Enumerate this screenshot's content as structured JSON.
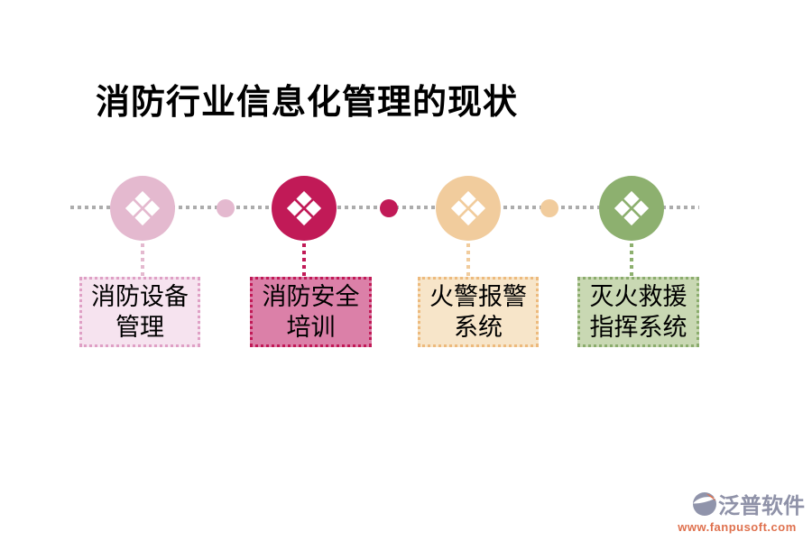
{
  "title": "消防行业信息化管理的现状",
  "timeline": {
    "line_color": "#acacac",
    "nodes": [
      {
        "icon": "diamond-grid-icon",
        "circle_color": "#e4b9cf",
        "box_bg": "#f6e3ef",
        "box_border": "#dfa0c5",
        "label_line1": "消防设备",
        "label_line2": "管理"
      },
      {
        "icon": "diamond-grid-icon",
        "circle_color": "#c11a57",
        "box_bg": "#db80a8",
        "box_border": "#c11a57",
        "label_line1": "消防安全",
        "label_line2": "培训"
      },
      {
        "icon": "diamond-grid-icon",
        "circle_color": "#f1cc9d",
        "box_bg": "#f7e5c9",
        "box_border": "#edba7d",
        "label_line1": "火警报警",
        "label_line2": "系统"
      },
      {
        "icon": "diamond-grid-icon",
        "circle_color": "#8db06f",
        "box_bg": "#c9d8b3",
        "box_border": "#8bac6d",
        "label_line1": "灭火救援",
        "label_line2": "指挥系统"
      }
    ],
    "spacer_dot_colors": [
      "#e4b9cf",
      "#c11a57",
      "#f1cc9d"
    ]
  },
  "footer": {
    "icon": "fanpu-logo-icon",
    "brand": "泛普软件",
    "brand_color": "#8f92a8",
    "url": "www.fanpusoft.com",
    "url_color": "#df714e"
  }
}
